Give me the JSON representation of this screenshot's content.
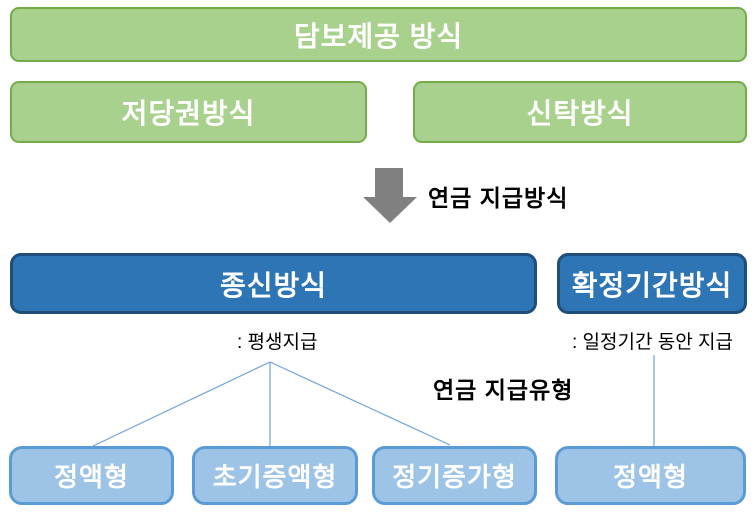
{
  "colors": {
    "green_fill": "#A9D18E",
    "green_border": "#74AC4C",
    "dark_blue_fill": "#2E75B6",
    "dark_blue_border": "#1F4E79",
    "light_blue_fill": "#9DC3E6",
    "light_blue_border": "#5B9BD5",
    "connector_line": "#6FA3D9",
    "arrow": "#808080",
    "text_on_box": "#FFFFFF",
    "text_black": "#000000"
  },
  "collateral_section": {
    "title": "담보제공 방식",
    "methods": [
      {
        "label": "저당권방식"
      },
      {
        "label": "신탁방식"
      }
    ]
  },
  "arrow_section": {
    "label": "연금 지급방식"
  },
  "payment_method_section": {
    "methods": [
      {
        "label": "종신방식",
        "caption": ": 평생지급"
      },
      {
        "label": "확정기간방식",
        "caption": ": 일정기간 동안 지급"
      }
    ]
  },
  "payment_type_section": {
    "label": "연금 지급유형",
    "types": [
      {
        "label": "정액형"
      },
      {
        "label": "초기증액형"
      },
      {
        "label": "정기증가형"
      },
      {
        "label": "정액형"
      }
    ]
  }
}
